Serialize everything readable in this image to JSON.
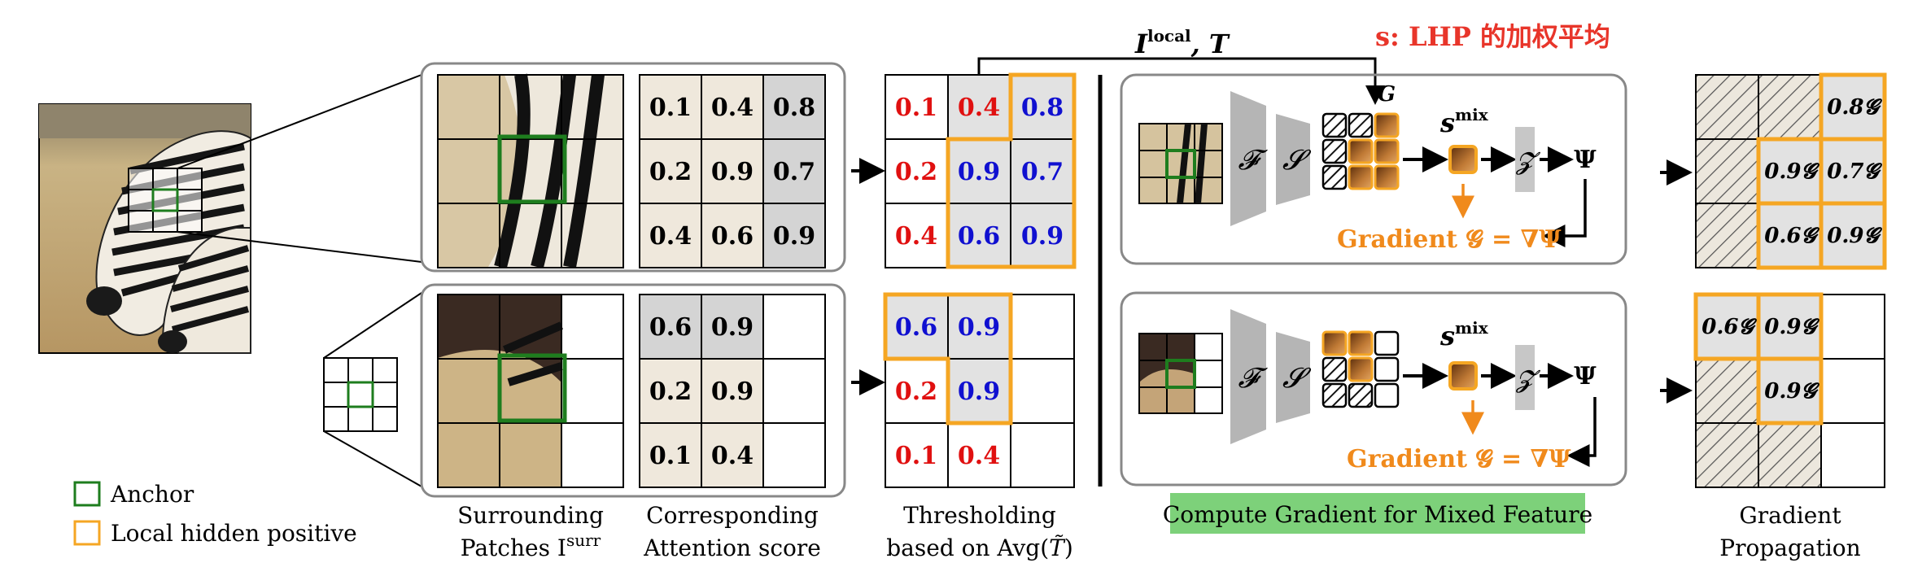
{
  "colors": {
    "anchor": "#1e7d1e",
    "lhp": "#f5a623",
    "below": "#e01010",
    "above": "#1010d0",
    "note": "#e8352a",
    "caption_bg": "#7dd17a",
    "gradient_text": "#f08a1c"
  },
  "legend": {
    "anchor": "Anchor",
    "lhp": "Local hidden positive"
  },
  "captions": {
    "surround_line1": "Surrounding",
    "surround_line2": "Patches I",
    "surround_sup": "surr",
    "attention_line1": "Corresponding",
    "attention_line2": "Attention score",
    "threshold_line1": "Thresholding",
    "threshold_line2": "based on Avg(",
    "threshold_sym": "T̃",
    "threshold_close": ")",
    "compute": "Compute Gradient for Mixed Feature",
    "propagation_line1": "Gradient",
    "propagation_line2": "Propagation"
  },
  "top_label": {
    "I": "I",
    "sup": "local",
    "T": ", T"
  },
  "note": "s: LHP 的加权平均",
  "attention": {
    "top": [
      [
        "0.1",
        "0.4",
        "0.8"
      ],
      [
        "0.2",
        "0.9",
        "0.7"
      ],
      [
        "0.4",
        "0.6",
        "0.9"
      ]
    ],
    "bottom": [
      [
        "0.6",
        "0.9",
        ""
      ],
      [
        "0.2",
        "0.9",
        ""
      ],
      [
        "0.1",
        "0.4",
        ""
      ]
    ]
  },
  "pipeline": {
    "F": "𝓕",
    "S": "𝓢",
    "Z": "𝓩",
    "psi": "Ψ",
    "G": "G",
    "smix": "s",
    "smix_sup": "mix",
    "gradient_label": "Gradient 𝓖 = ∇Ψ"
  },
  "propagation": {
    "top": [
      [
        "",
        "",
        "0.8𝓖"
      ],
      [
        "",
        "0.9𝓖",
        "0.7𝓖"
      ],
      [
        "",
        "0.6𝓖",
        "0.9𝓖"
      ]
    ],
    "bottom": [
      [
        "0.6𝓖",
        "0.9𝓖",
        ""
      ],
      [
        "",
        "0.9𝓖",
        ""
      ],
      [
        "",
        "",
        ""
      ]
    ]
  }
}
